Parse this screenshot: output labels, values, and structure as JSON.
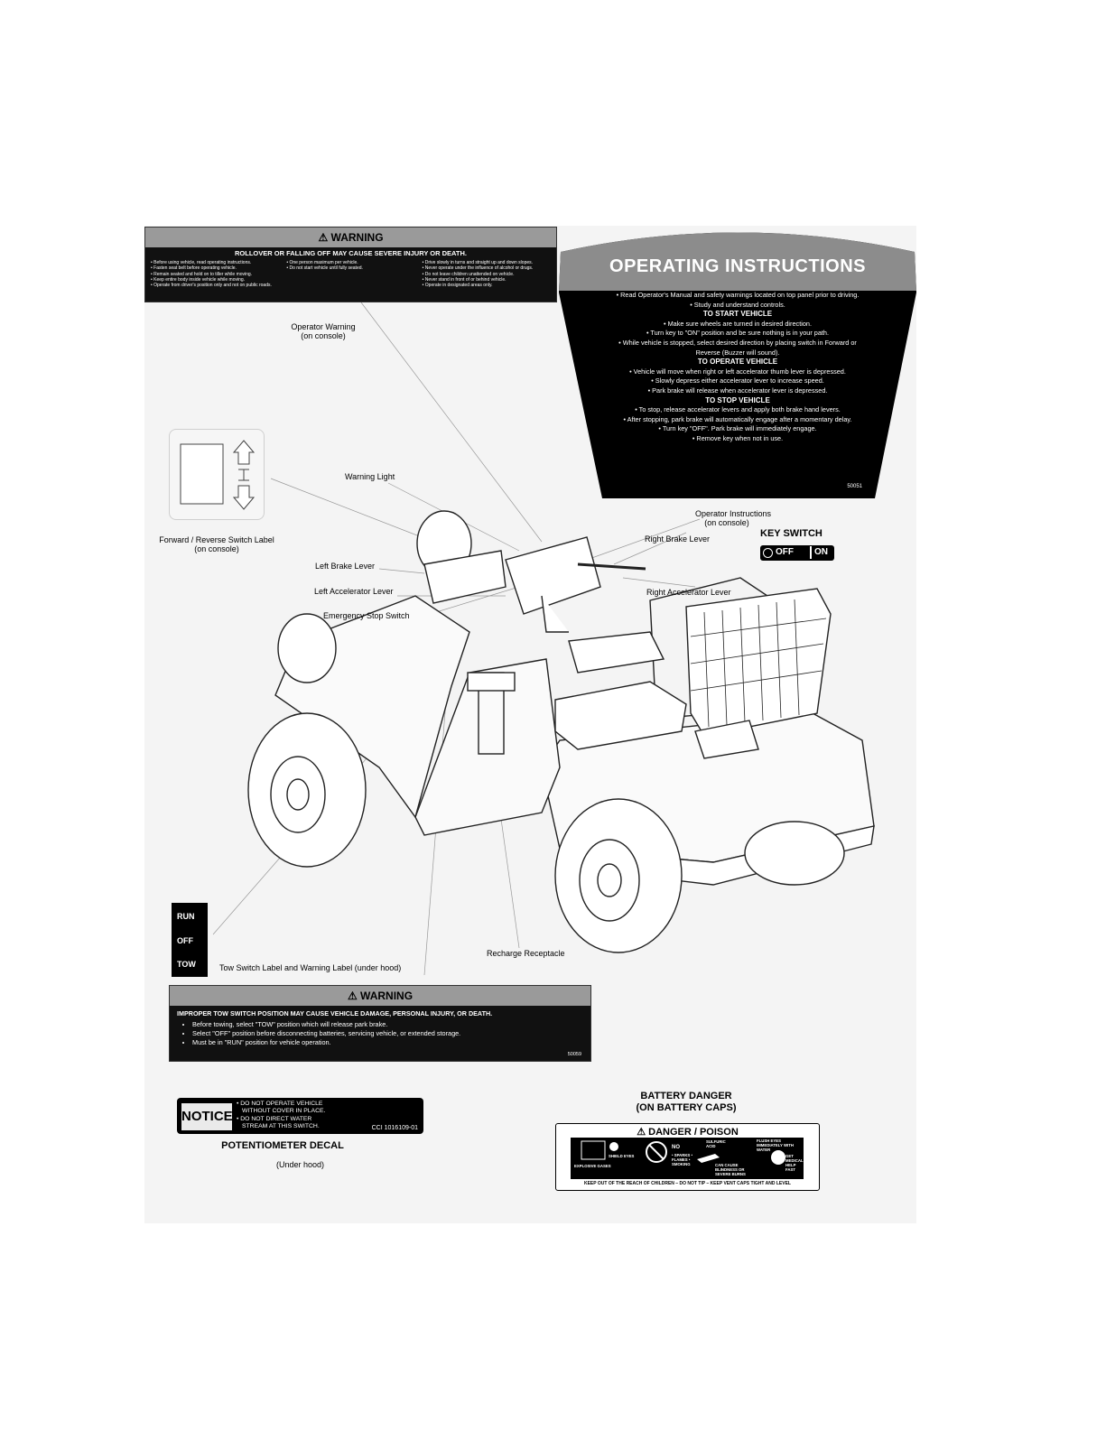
{
  "warning_top": {
    "header": "⚠ WARNING",
    "subheader": "ROLLOVER OR FALLING OFF MAY CAUSE SEVERE INJURY OR DEATH.",
    "col1": [
      "• Before using vehicle, read operating instructions.",
      "• Fasten seat belt before operating vehicle.",
      "• Remain seated and hold on to tiller while moving.",
      "• Keep entire body inside vehicle while moving.",
      "• Operate from driver's position only and not on public roads."
    ],
    "col2": [
      "• One person maximum per vehicle.",
      "• Do not start vehicle until fully seated."
    ],
    "col3": [
      "• Drive slowly in turns and straight up and down slopes.",
      "• Never operate under the influence of alcohol or drugs.",
      "• Do not leave children unattended on vehicle.",
      "• Never stand in front of or behind vehicle.",
      "• Operate in designated areas only."
    ]
  },
  "operating_instructions": {
    "title": "OPERATING INSTRUCTIONS",
    "intro1": "• Read Operator's Manual and safety warnings located on top panel prior to driving.",
    "intro2": "• Study and understand controls.",
    "start_heading": "TO START VEHICLE",
    "start1": "• Make sure wheels are turned in desired direction.",
    "start2": "• Turn key to \"ON\" position and be sure nothing is in your path.",
    "start3": "• While vehicle is stopped, select desired direction by placing switch in Forward or Reverse (Buzzer will sound).",
    "operate_heading": "TO OPERATE VEHICLE",
    "operate1": "• Vehicle will move when right or left accelerator thumb lever is depressed.",
    "operate2": "• Slowly depress either accelerator lever to increase speed.",
    "operate3": "• Park brake will release when accelerator lever is depressed.",
    "stop_heading": "TO STOP VEHICLE",
    "stop1": "• To stop, release accelerator levers and apply both brake hand levers.",
    "stop2": "• After stopping, park brake will automatically engage after a momentary delay.",
    "stop3": "• Turn key \"OFF\". Park brake will immediately engage.",
    "stop4": "• Remove key when not in use.",
    "code": "50051"
  },
  "labels": {
    "operator_warning": "Operator Warning",
    "operator_warning_loc": "(on console)",
    "warning_light": "Warning Light",
    "operator_instructions": "Operator Instructions",
    "operator_instructions_loc": "(on console)",
    "right_brake": "Right Brake Lever",
    "fr_switch": "Forward / Reverse Switch Label",
    "fr_switch_loc": "(on console)",
    "left_brake": "Left Brake Lever",
    "left_accel": "Left Accelerator Lever",
    "right_accel": "Right Accelerator Lever",
    "estop": "Emergency Stop Switch",
    "tow_label": "Tow Switch Label and Warning Label (under hood)",
    "recharge": "Recharge Receptacle"
  },
  "key_switch": {
    "title": "KEY SWITCH",
    "off": "OFF",
    "on": "ON"
  },
  "tow_switch": {
    "run": "RUN",
    "off": "OFF",
    "tow": "TOW"
  },
  "warning_tow": {
    "header": "⚠ WARNING",
    "subheader": "IMPROPER TOW SWITCH POSITION MAY CAUSE VEHICLE DAMAGE, PERSONAL INJURY, OR DEATH.",
    "items": [
      "Before towing, select \"TOW\" position which will release park brake.",
      "Select \"OFF\" position before disconnecting batteries, servicing vehicle, or extended storage.",
      "Must be in \"RUN\" position for vehicle operation."
    ],
    "code": "50059"
  },
  "notice": {
    "tag": "NOTICE",
    "line1": "• DO NOT OPERATE VEHICLE",
    "line2": "WITHOUT COVER IN PLACE.",
    "line3": "• DO NOT DIRECT WATER",
    "line4": "STREAM AT THIS SWITCH.",
    "code": "CCI 1016109-01",
    "caption": "POTENTIOMETER DECAL",
    "caption_loc": "(Under hood)"
  },
  "battery": {
    "title": "BATTERY DANGER",
    "subtitle": "(ON BATTERY CAPS)",
    "header": "⚠ DANGER / POISON",
    "shield": "SHIELD EYES",
    "explosive": "EXPLOSIVE GASES",
    "no": "NO",
    "sparks": "• SPARKS • FLAMES • SMOKING",
    "acid": "SULFURIC ACID",
    "burns": "CAN CAUSE BLINDNESS OR SEVERE BURNS",
    "flush": "FLUSH EYES IMMEDIATELY WITH WATER",
    "medical": "GET MEDICAL HELP FAST",
    "footer": "KEEP OUT OF THE REACH OF CHILDREN – DO NOT TIP – KEEP VENT CAPS TIGHT AND LEVEL"
  }
}
